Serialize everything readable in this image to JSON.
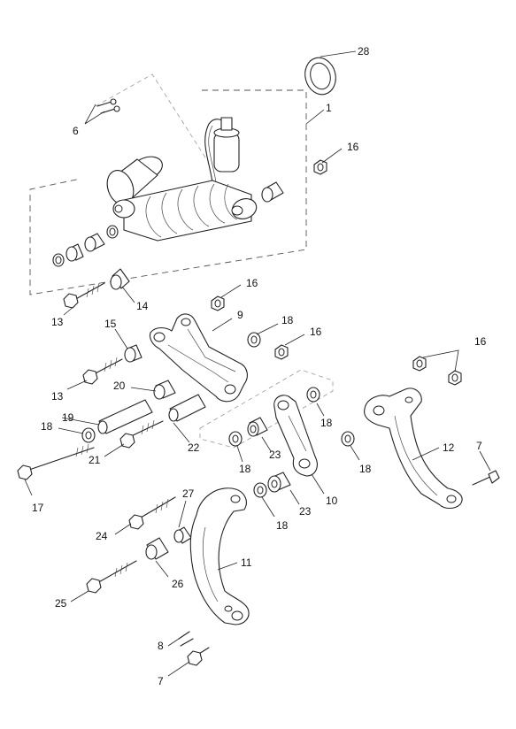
{
  "callouts": {
    "c1": "1",
    "c6": "6",
    "c28": "28",
    "c16a": "16",
    "c16b": "16",
    "c16c": "16",
    "c16d": "16",
    "c13a": "13",
    "c13b": "13",
    "c14": "14",
    "c15": "15",
    "c9": "9",
    "c18a": "18",
    "c18b": "18",
    "c18c": "18",
    "c18d": "18",
    "c18e": "18",
    "c18f": "18",
    "c20": "20",
    "c19": "19",
    "c21": "21",
    "c22": "22",
    "c23a": "23",
    "c23b": "23",
    "c10": "10",
    "c17": "17",
    "c12": "12",
    "c7a": "7",
    "c7b": "7",
    "c27": "27",
    "c24": "24",
    "c11": "11",
    "c26": "26",
    "c25": "25",
    "c8": "8"
  }
}
